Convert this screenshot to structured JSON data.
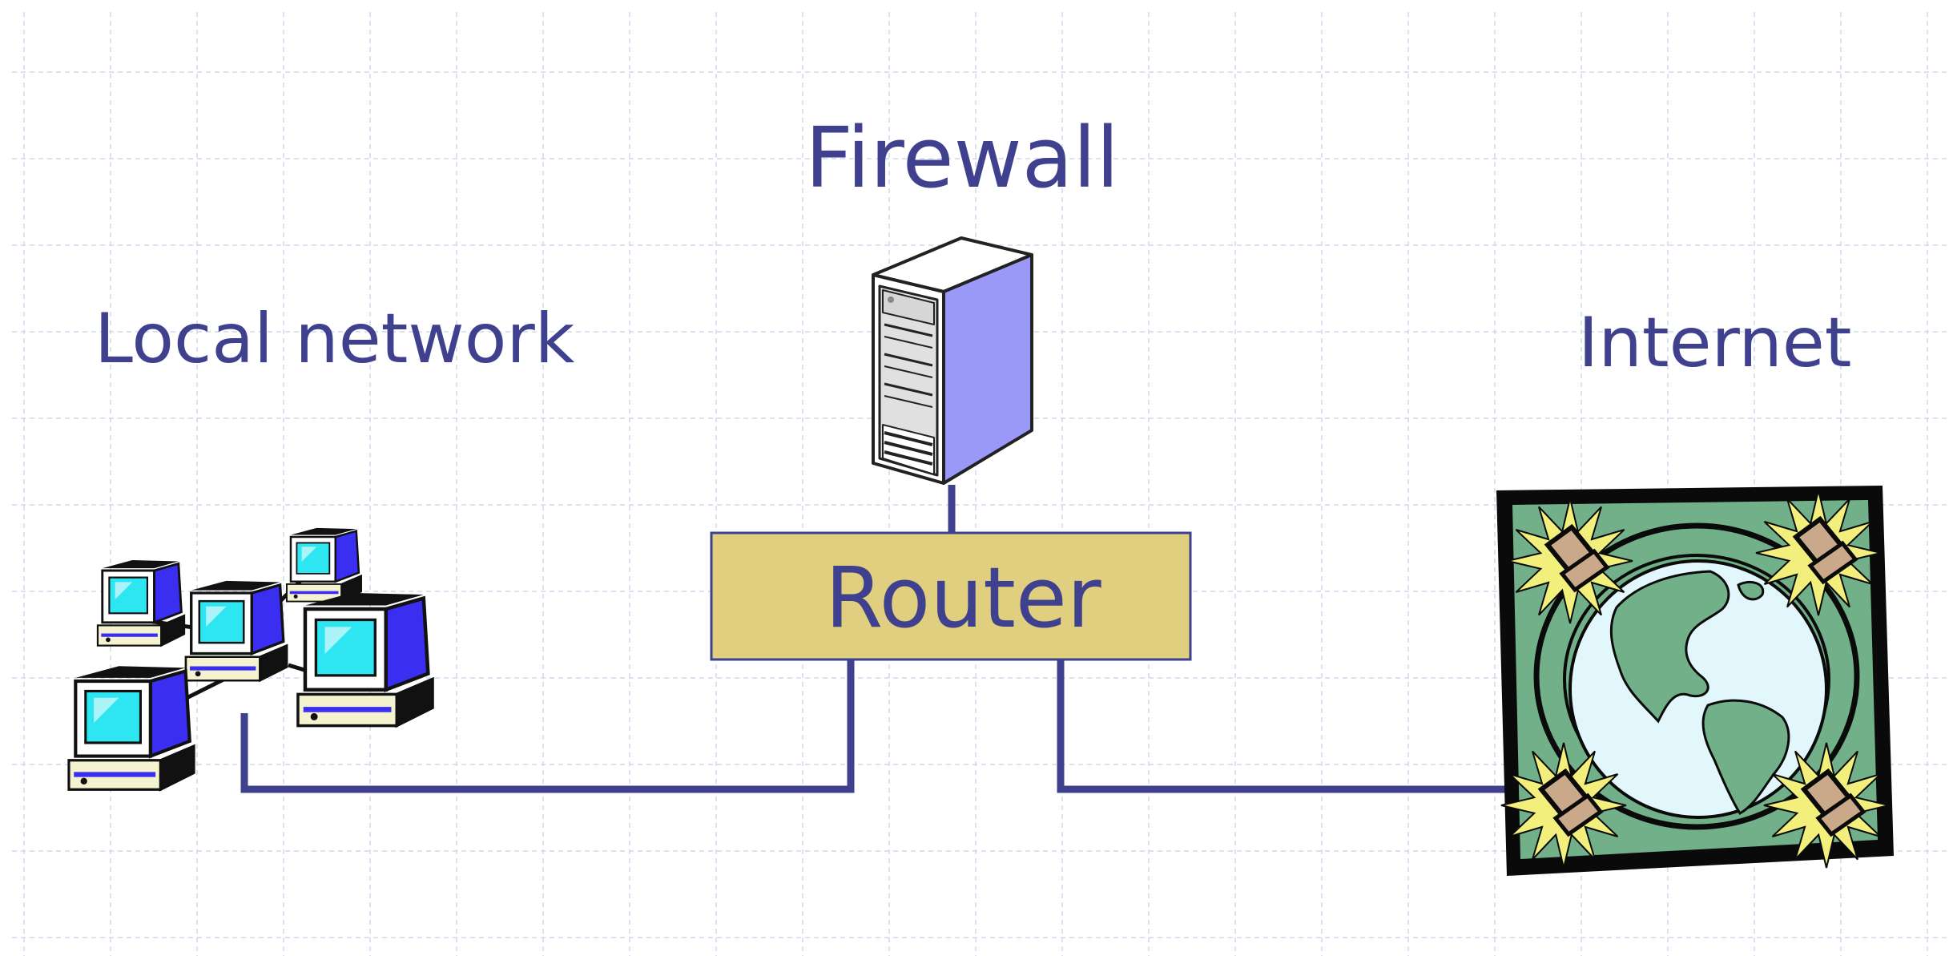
{
  "colors": {
    "text": "#3f418f",
    "line": "#3f418f",
    "router_fill": "#e0cf7e",
    "router_border": "#3f418f",
    "grid": "#cdd8ee",
    "server_front": "#ffffff",
    "server_side": "#9a99f7",
    "screen": "#2ee6f2",
    "monitor_side": "#3a2ef0",
    "globe_bg": "#72b08a",
    "globe_ocean": "#e2f7fb",
    "globe_frame": "#0a0a0a",
    "starburst": "#f3ef7d",
    "mini_computer": "#c9a98a"
  },
  "labels": {
    "firewall": "Firewall",
    "local_network": "Local network",
    "internet": "Internet",
    "router": "Router"
  },
  "icons": {
    "firewall": "server-tower-icon",
    "local_network": "networked-computers-icon",
    "internet": "globe-with-computers-icon"
  }
}
